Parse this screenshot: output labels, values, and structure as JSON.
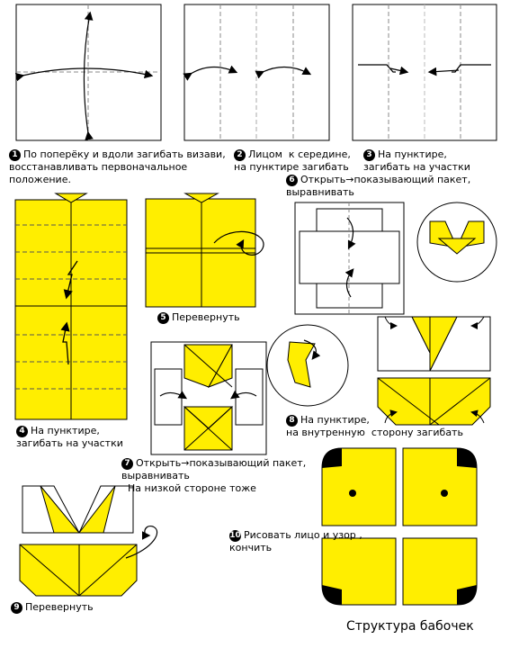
{
  "colors": {
    "yellow": "#ffee00",
    "line": "#000000",
    "dash": "#555555",
    "fold": "#888888"
  },
  "steps": [
    {
      "num": "1",
      "text": "По поперёку и вдоли загибать визави,\nвосстанавливать первоначальное\nположение."
    },
    {
      "num": "2",
      "text": "Лицом  к середине,\nна пунктире загибать"
    },
    {
      "num": "3",
      "text": "На пунктире,\nзагибать на участки"
    },
    {
      "num": "4",
      "text": "На пунктире,\nзагибать на участки"
    },
    {
      "num": "5",
      "text": "Перевернуть"
    },
    {
      "num": "6",
      "text": "Открыть→показывающий пакет,\nвыравнивать"
    },
    {
      "num": "7",
      "text": "Открыть→показывающий пакет,\nвыравнивать\n  На низкой стороне тоже"
    },
    {
      "num": "8",
      "text": "На пунктире,\nна внутренную  сторону загибать"
    },
    {
      "num": "9",
      "text": "Перевернуть"
    },
    {
      "num": "10",
      "text": "Рисовать лицо и узор ,\nкончить"
    }
  ],
  "title": "Структура бабочек"
}
